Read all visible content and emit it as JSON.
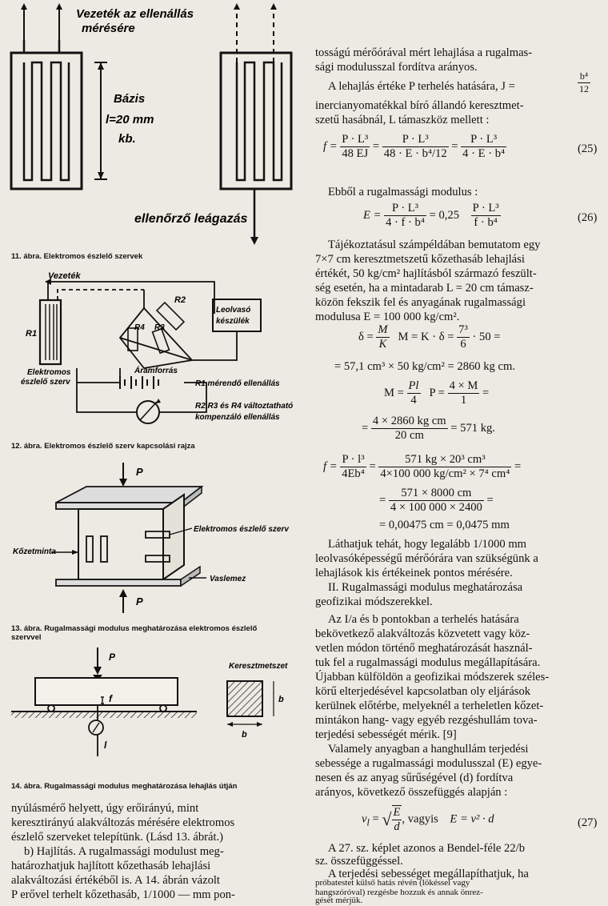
{
  "fig11": {
    "label_top_1": "Vezeték az ellenállás",
    "label_top_2": "mérésére",
    "label_base_1": "Bázis",
    "label_base_2": "l=20 mm",
    "label_base_3": "kb.",
    "label_bottom": "ellenőrző leágazás",
    "caption": "11. ábra. Elektromos észlelő szervek"
  },
  "fig12": {
    "label_vezetek": "Vezeték",
    "label_r1": "R1",
    "label_r2": "R2",
    "label_r3": "R3",
    "label_r4": "R4",
    "label_leolvaso_1": "Leolvasó",
    "label_leolvaso_2": "készülék",
    "label_aramforras": "Áramforrás",
    "label_szerv_1": "Elektromos",
    "label_szerv_2": "észlelő szerv",
    "legend_1": "R1 mérendő ellenállás",
    "legend_2": "R2,R3 és R4 változtatható",
    "legend_3": "kompenzáló ellenállás",
    "caption": "12. ábra. Elektromos észlelő szerv kapcsolási rajza"
  },
  "fig13": {
    "label_p_top": "P",
    "label_p_bottom": "P",
    "label_szerv": "Elektromos észlelő szerv",
    "label_minta": "Kőzetminta",
    "label_vaslemez": "Vaslemez",
    "caption_1": "13. ábra. Rugalmassági modulus meghatározása elektromos észlelő",
    "caption_2": "szervvel"
  },
  "fig14": {
    "label_p": "P",
    "label_f": "f",
    "label_l": "l",
    "label_keresztmetszet": "Keresztmetszet",
    "label_b_side": "b",
    "label_b_bottom": "b",
    "caption": "14. ábra. Rugalmassági modulus meghatározása lehajlás útján"
  },
  "left_text": [
    "nyúlásmérő helyett, úgy erőirányú, mint",
    "keresztirányú alakváltozás mérésére elektromos",
    "észlelő szerveket telepítünk. (Lásd 13. ábrát.)",
    "b) Hajlítás. A rugalmassági modulust meg-",
    "határozhatjuk hajlított kőzethasáb lehajlási",
    "alakváltozási értékéből is. A 14. ábrán vázolt",
    "P erővel terhelt kőzethasáb, 1/1000 — mm pon-"
  ],
  "right_text_top": [
    "tosságú mérőórával mért lehajlása a rugalmas-",
    "sági modulusszal fordítva arányos.",
    "A lehajlás értéke P terhelés hatására, J =",
    "inercianyomatékkal bíró állandó keresztmet-",
    "szetű hasábnál, L támaszköz mellett :"
  ],
  "eq_j": {
    "num": "b⁴",
    "den": "12"
  },
  "eq25": {
    "lhs": "f =",
    "f1_num": "P · L³",
    "f1_den": "48 EJ",
    "f2_num": "P · L³",
    "f2_den": "48 · E · b⁴/12",
    "f3_num": "P · L³",
    "f3_den": "4 · E · b⁴",
    "number": "(25)"
  },
  "text_ebbol": "Ebből a rugalmassági modulus :",
  "eq26": {
    "lhs": "E =",
    "f1_num": "P · L³",
    "f1_den": "4 · f · b⁴",
    "mid": "= 0,25",
    "f2_num": "P · L³",
    "f2_den": "f · b⁴",
    "number": "(26)"
  },
  "right_text_mid": [
    "Tájékoztatásul számpéldában bemutatom egy",
    "7×7 cm keresztmetszetű kőzethasáb lehajlási",
    "értékét, 50 kg/cm² hajlításból származó feszült-",
    "ség esetén, ha a mintadarab L = 20 cm támasz-",
    "közön fekszik fel és anyagának rugalmassági",
    "modulusa E = 100 000 kg/cm²."
  ],
  "calc": {
    "line1_a": "δ =",
    "line1_f1_num": "M",
    "line1_f1_den": "K",
    "line1_b": "M = K · δ =",
    "line1_f2_num": "7³",
    "line1_f2_den": "6",
    "line1_c": "· 50 =",
    "line2": "= 57,1 cm³ × 50 kg/cm² = 2860 kg cm.",
    "line3_a": "M =",
    "line3_f1_num": "Pl",
    "line3_f1_den": "4",
    "line3_b": "P =",
    "line3_f2_num": "4 × M",
    "line3_f2_den": "1",
    "line3_c": "=",
    "line4_a": "=",
    "line4_num": "4 × 2860 kg cm",
    "line4_den": "20 cm",
    "line4_b": "= 571 kg.",
    "line5_a": "f =",
    "line5_f1_num": "P · l³",
    "line5_f1_den": "4Eb⁴",
    "line5_b": "=",
    "line5_f2_num": "571 kg × 20³ cm³",
    "line5_f2_den": "4×100 000 kg/cm² × 7⁴ cm⁴",
    "line5_c": "=",
    "line6_a": "=",
    "line6_num": "571 × 8000 cm",
    "line6_den": "4 × 100 000 × 2400",
    "line6_b": "=",
    "line7": "= 0,00475 cm = 0,0475 mm"
  },
  "right_text_bottom": [
    "Láthatjuk tehát, hogy legalább 1/1000 mm",
    "leolvasóképességű mérőórára van szükségünk a",
    "lehajlások kis értékeinek pontos mérésére.",
    "II. Rugalmassági modulus meghatározása",
    "geofizikai módszerekkel.",
    "Az I/a és b pontokban a terhelés hatására",
    "bekövetkező alakváltozás közvetett vagy köz-",
    "vetlen módon történő meghatározását használ-",
    "tuk fel a rugalmassági modulus megállapítására.",
    "Újabban külföldön a geofizikai módszerek széles-",
    "körű elterjedésével kapcsolatban oly eljárások",
    "kerülnek előtérbe, melyeknél a terheletlen kőzet-",
    "mintákon hang- vagy egyéb rezgéshullám tova-",
    "terjedési sebességét mérik. [9]",
    "Valamely anyagban a hanghullám terjedési",
    "sebessége a rugalmassági modulusszal (E) egye-",
    "nesen és az anyag sűrűségével (d) fordítva",
    "arányos, következő összefüggés alapján :"
  ],
  "eq27": {
    "lhs": "v",
    "sub": "l",
    "eq": "=",
    "rad_num": "E",
    "rad_den": "d",
    "vagyis": ", vagyis",
    "rhs": "E = v² · d",
    "number": "(27)"
  },
  "right_text_end": [
    "A 27. sz. képlet azonos a Bendel-féle 22/b",
    "sz. összefüggéssel.",
    "A terjedési sebességet megállapíthatjuk, ha",
    "próbatestet külső hatás révén (lökéssel vagy",
    "hangszóróval) rezgésbe hozzuk és annak önrez-",
    "gését mérjük."
  ]
}
